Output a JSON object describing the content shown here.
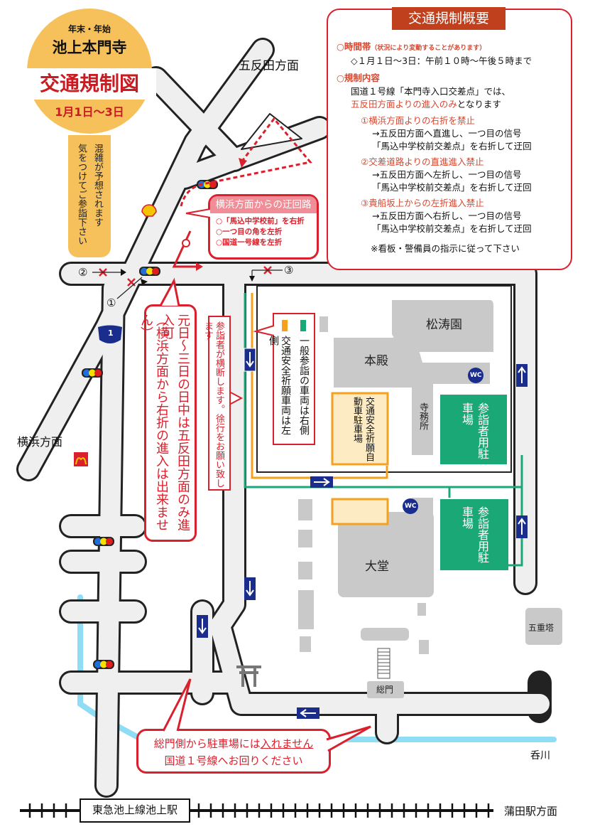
{
  "title_badge": {
    "subtitle": "年末・年始",
    "temple": "池上本門寺",
    "title": "交通規制図",
    "dates": "1月1日～3日"
  },
  "warning_pill": {
    "line1": "混雑が予想されます",
    "line2": "気をつけてご参詣下さい"
  },
  "summary": {
    "header": "交通規制概要",
    "time_heading": "○時間帯",
    "time_note": "（状況により変動することがあります）",
    "time_value": "◇１月１日～3日：午前１０時～午後５時まで",
    "rule_heading": "○規制内容",
    "rule_line1": "国道１号線「本門寺入口交差点」では、",
    "rule_line2_red": "五反田方面よりの進入のみ",
    "rule_line2_rest": "となります",
    "items": [
      {
        "heading": "①横浜方面よりの右折を禁止",
        "detail1": "→五反田方面へ直進し、一つ目の信号",
        "detail2": "「馬込中学校前交差点」を右折して迂回"
      },
      {
        "heading": "②交差道路よりの直進進入禁止",
        "detail1": "→五反田方面へ左折し、一つ目の信号",
        "detail2": "「馬込中学校前交差点」を右折して迂回"
      },
      {
        "heading": "③貴船坂上からの左折進入禁止",
        "detail1": "→五反田方面へ右折し、一つ目の信号",
        "detail2": "「馬込中学校前交差点」を右折して迂回"
      }
    ],
    "footer": "※看板・警備員の指示に従って下さい"
  },
  "detour_box": {
    "header": "横浜方面からの迂回路",
    "steps": [
      "○「馬込中学校前」を右折",
      "○一つ目の角を左折",
      "○国道一号線を左折"
    ]
  },
  "ganjitsu_note": {
    "line1": "元日～三日の日中は五反田方面のみ進入可",
    "line2": "（横浜方面から右折の進入は出来ません）"
  },
  "crossing_note": "参詣者が横断します。徐行をお願い致します",
  "lane_legend": {
    "general": {
      "label": "一般参詣の車両は右側",
      "color": "#1aa877"
    },
    "safety": {
      "label": "交通安全祈願車両は左側",
      "color": "#f5a01f"
    }
  },
  "somon_note": {
    "line1_prefix": "総門側から駐車場には",
    "line1_underlined": "入れません",
    "line2": "国道１号線へお回りください"
  },
  "places": {
    "gotanda": "五反田方面",
    "yokohama": "横浜方面",
    "kamata": "蒲田駅方面",
    "river": "呑川",
    "station": "東急池上線池上駅"
  },
  "buildings": {
    "shotoen": "松涛園",
    "honden": "本殿",
    "jimusho": "寺務所",
    "daido": "大堂",
    "gojunoto": "五重塔",
    "somon": "総門",
    "safety_parking": "交通安全祈願自動車駐車場",
    "visitor_parking_1": "参詣者用駐車場",
    "visitor_parking_2": "参詣者用駐車場",
    "wc": "WC"
  },
  "markers": {
    "m1": "①",
    "m2": "②",
    "m3": "③",
    "route_number": "1"
  },
  "colors": {
    "road": "#efefef",
    "road_edge": "#222222",
    "building": "#c9c9c9",
    "parking_green": "#1aa877",
    "safety_orange": "#f5a01f",
    "safety_fill": "#fdebc4",
    "alert_red": "#d9202c",
    "badge_yellow": "#f6c15a",
    "river_blue": "#8fdcf5",
    "sign_blue": "#1b2d8c"
  }
}
